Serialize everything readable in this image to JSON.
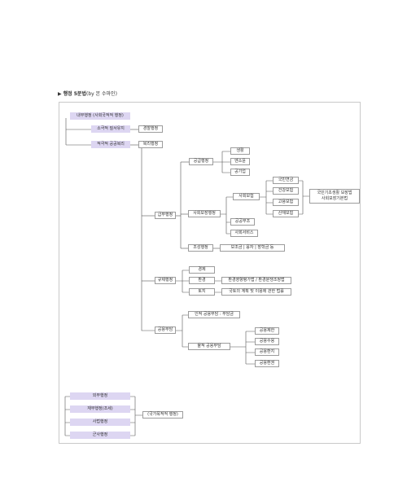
{
  "heading": {
    "arrow": "▶",
    "title": "행정 5분법",
    "suffix": "(by 본 수마인)"
  },
  "nodes": {
    "naemu": "내무행정 (사회국적적 행정)",
    "sogeuk": "소극적 질서유지",
    "gyeongchal": "경찰행정",
    "jeokgeuk": "적극적 공공복리",
    "bokri": "복리행정",
    "geupbu": "급부행정",
    "gonggeup": "공급행정",
    "gonggeup_items": [
      "생활",
      "엔소윤",
      "공기업"
    ],
    "sahoebojang": "사회보장행정",
    "sahoeboheom": "사회보험",
    "boheom_items": [
      "국민연금",
      "건강보험",
      "고용보험",
      "산재보험"
    ],
    "note_lines": [
      "국민기초생활 보장법",
      "사회보장기본법"
    ],
    "gongjeok": "공공부조",
    "service": "사회서비스",
    "joseong": "조성행정",
    "joseong_detail": "보조금 | 융자 | 장학금 등",
    "gyuje": "규제행정",
    "gyuje_items": [
      "경제",
      "환경",
      "토지"
    ],
    "hwangyeong_detail": "환경영향평가법 / 환경분쟁조정법",
    "toji_detail": "국토의 계획 및 이용에 관한 법률",
    "gongyong": "공용부담",
    "injeok": "인적 공용부담 : 부담금",
    "muljeok": "물적 공용부담",
    "muljeok_items": [
      "공용제한",
      "공용수용",
      "공용환지",
      "공용환권"
    ],
    "bottom": [
      "외무행정",
      "재무행정(조세)",
      "사법행정",
      "군사행정"
    ],
    "national": "(국가목적적 행정)"
  }
}
